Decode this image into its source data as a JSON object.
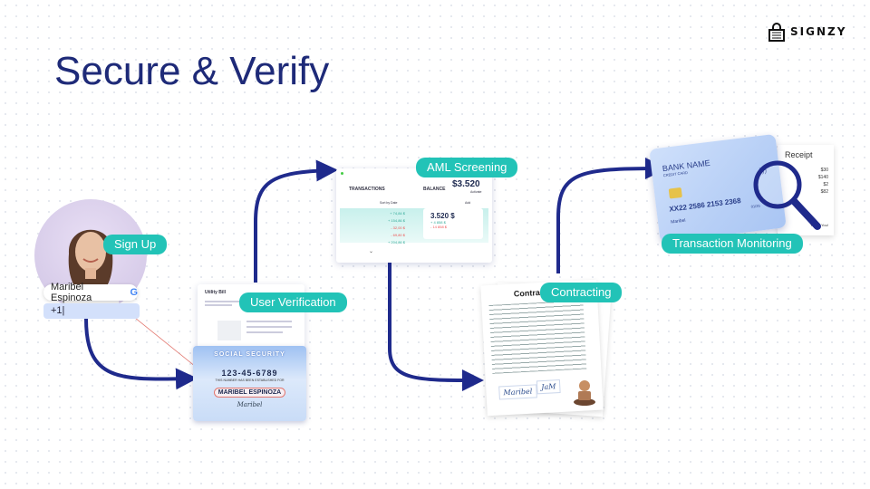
{
  "brand": {
    "name": "SIGNZY"
  },
  "page": {
    "title": "Secure & Verify"
  },
  "steps": {
    "sign_up": "Sign Up",
    "user_verification": "User Verification",
    "aml_screening": "AML Screening",
    "contracting": "Contracting",
    "transaction_monitoring": "Transaction Monitoring"
  },
  "signup": {
    "name": "Maribel Espinoza",
    "phone": "+1|"
  },
  "utility_bill": {
    "title": "Utility Bill"
  },
  "ssn_card": {
    "banner": "SOCIAL SECURITY",
    "number": "123-45-6789",
    "established": "THIS NUMBER HAS BEEN ESTABLISHED FOR",
    "name": "MARIBEL ESPINOZA",
    "signature": "Maribel"
  },
  "aml": {
    "transactions_label": "TRANSACTIONS",
    "balance_label": "BALANCE",
    "balance": "$3.520",
    "balance_note": "Activate",
    "summary": "3.520 $",
    "amounts": [
      "+ 74,84 $",
      "+ 154,86 $",
      "- 32,00 $",
      "- 69,80 $",
      "+ 204,86 $"
    ],
    "in": "+ 4 858 $",
    "out": "- 14 858 $",
    "sort": "Sort by Date",
    "add": "Add"
  },
  "contract": {
    "title": "Contrac",
    "signature_left": "Maribel",
    "signature_right": "JaM"
  },
  "bank_card": {
    "bank": "BANK NAME",
    "type": "CREDIT CARD",
    "number": "XX22 2586 2153 2368",
    "expiry": "01/26",
    "holder": "Maribel"
  },
  "receipt": {
    "title": "Receipt",
    "amounts": [
      "$30",
      "$140",
      "$2",
      "$82"
    ],
    "thanks": "Thank You!"
  },
  "colors": {
    "primary": "#1e2a78",
    "accent": "#22c3b7",
    "connector": "#1f2a8c"
  }
}
